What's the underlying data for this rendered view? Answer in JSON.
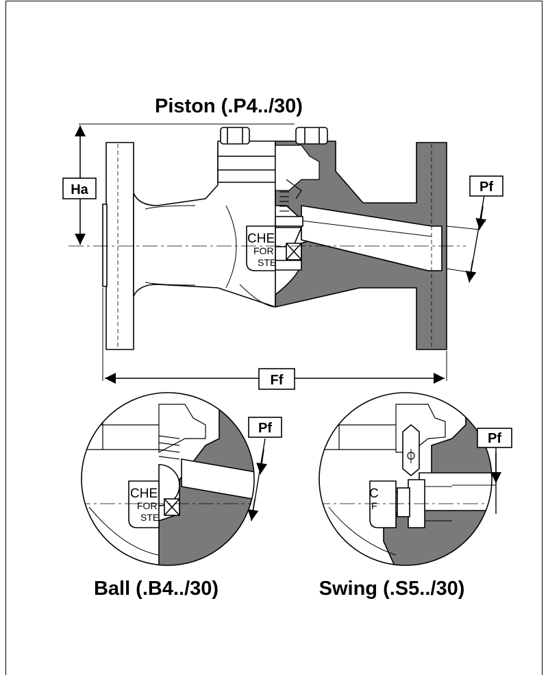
{
  "titles": {
    "piston": "Piston (.P4../30)",
    "ball": "Ball (.B4../30)",
    "swing": "Swing (.S5../30)"
  },
  "dimensions": {
    "ha": "Ha",
    "ff": "Ff",
    "pf_piston": "Pf",
    "pf_ball": "Pf",
    "pf_swing": "Pf"
  },
  "casting": {
    "line1": "CHE",
    "line2": "FOR",
    "line3": "STE",
    "ball_line1": "CHE",
    "ball_line2": "FOR",
    "ball_line3": "STE",
    "swing_line1": "C",
    "swing_line2": "F"
  },
  "colors": {
    "section_fill": "#7a7a7a",
    "body_fill": "#ffffff",
    "line": "#000000"
  }
}
